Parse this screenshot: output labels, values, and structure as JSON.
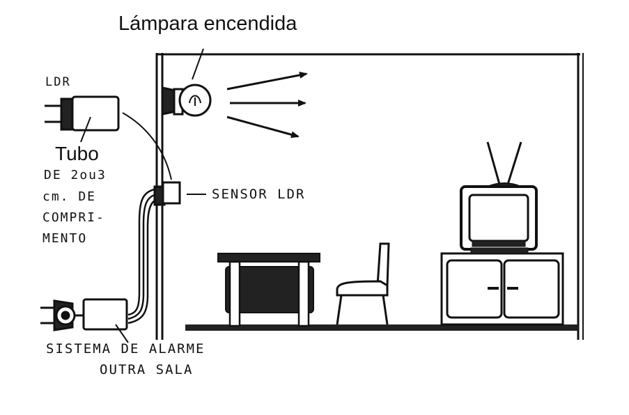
{
  "labels": {
    "lamp_title": "Lámpara encendida",
    "ldr": "LDR",
    "tubo": "Tubo",
    "tube_lines": [
      "DE 2ou3",
      "cm. DE",
      "COMPRI-",
      "MENTO"
    ],
    "sensor": "SENSOR LDR",
    "alarm_lines": [
      "SISTEMA DE ALARME",
      "OUTRA SALA"
    ]
  },
  "colors": {
    "ink": "#111111",
    "paper": "#ffffff",
    "dark_fill": "#222222"
  }
}
